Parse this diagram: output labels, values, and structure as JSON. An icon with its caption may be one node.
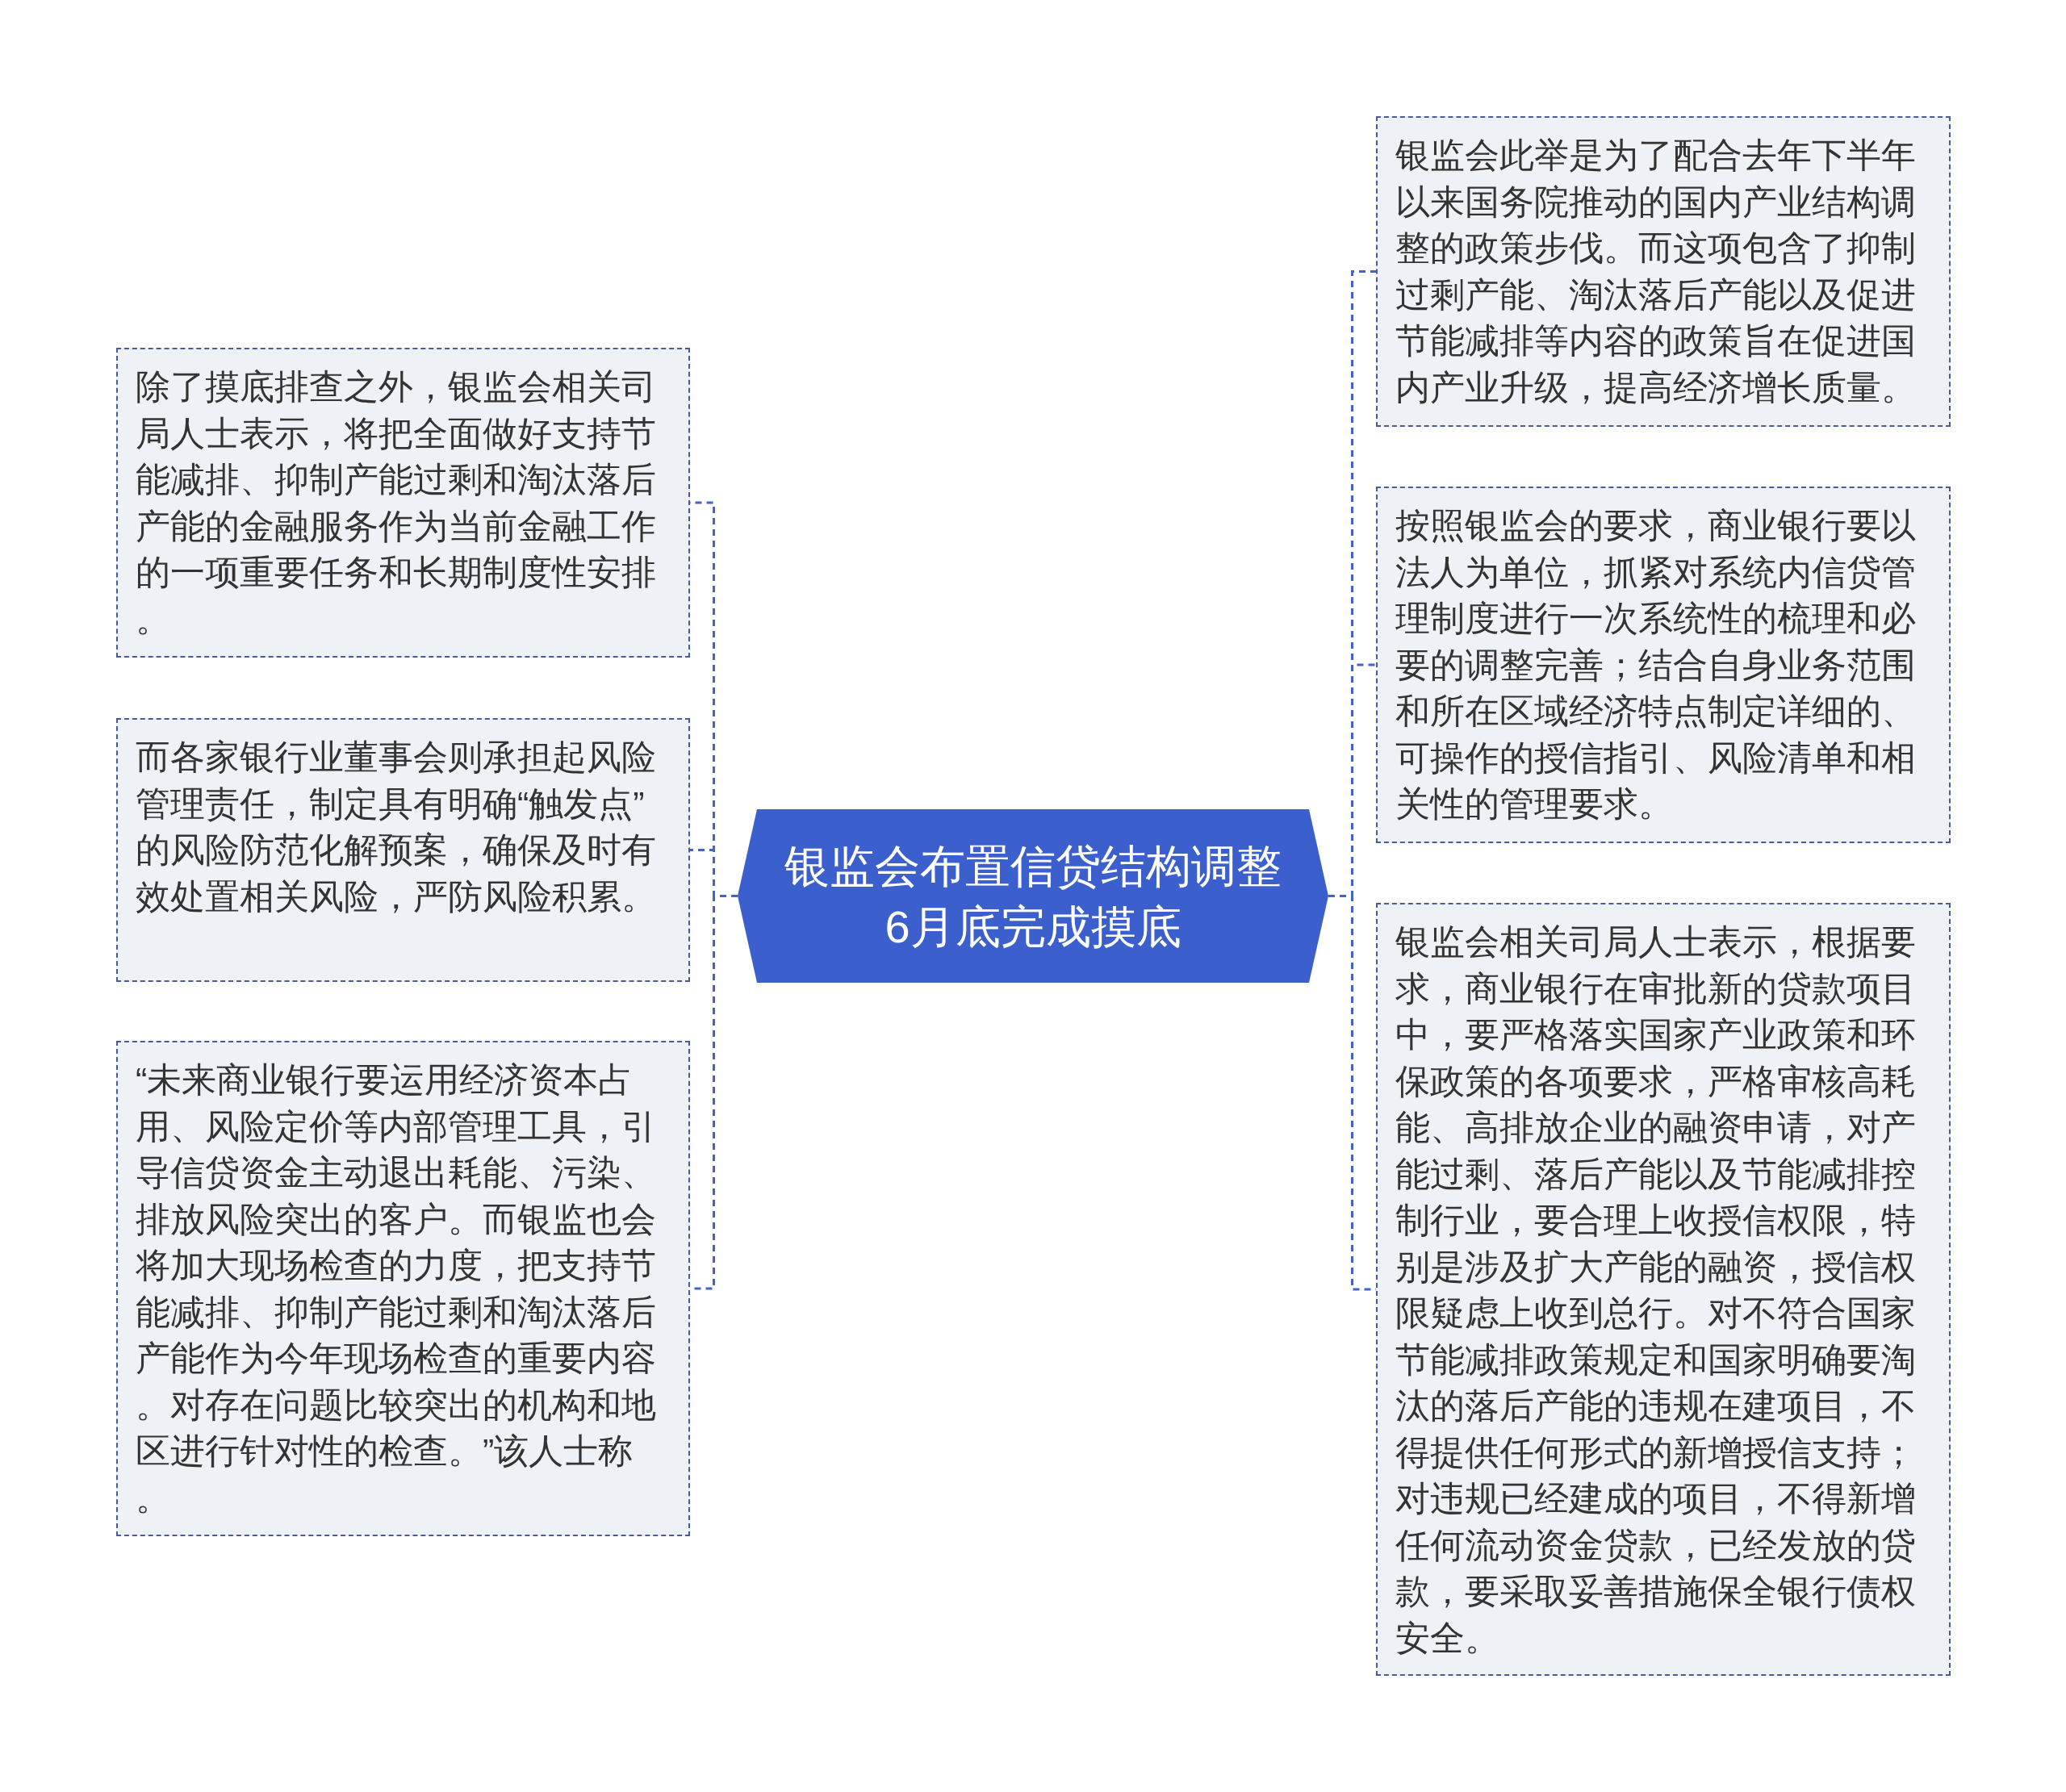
{
  "diagram": {
    "nodes": [
      {
        "text": [
          "银监会布置信贷结构调整6月底完成摸底"
        ]
      },
      {
        "text": [
          "除了摸底排查之外，银监会相关司局人士表示，将把全面做好支持节能减排、抑制产能过剩和淘汰落后产能的金融服务作为当前金融工作的一项重要任务和长期制度性安排。"
        ]
      },
      {
        "text": [
          "而各家银行业董事会则承担起风险管理责任，制定具有明确“触发点”的风险防范化解预案，确保及时有效处置相关风险，严防风险积累。"
        ]
      },
      {
        "text": [
          "“未来商业银行要运用经济资本占用、风险定价等内部管理工具，引导信贷资金主动退出耗能、污染、排放风险突出的客户。而银监也会将加大现场检查的力度，把支持节能减排、抑制产能过剩和淘汰落后产能作为今年现场检查的重要内容。对存在问题比较突出的机构和地区进行针对性的检查。”该人士称。"
        ]
      },
      {
        "text": [
          "银监会此举是为了配合去年下半年以来国务院推动的国内产业结构调整的政策步伐。而这项包含了抑制过剩产能、淘汰落后产能以及促进节能减排等内容的政策旨在促进国内产业升级，提高经济增长质量。"
        ]
      },
      {
        "text": [
          "按照银监会的要求，商业银行要以法人为单位，抓紧对系统内信贷管理制度进行一次系统性的梳理和必要的调整完善；结合自身业务范围和所在区域经济特点制定详细的、可操作的授信指引、风险清单和相关性的管理要求。"
        ]
      },
      {
        "text": [
          "银监会相关司局人士表示，根据要求，商业银行在审批新的贷款项目中，要严格落实国家产业政策和环保政策的各项要求，严格审核高耗能、高排放企业的融资申请，对产能过剩、落后产能以及节能减排控制行业，要合理上收授信权限，特别是涉及扩大产能的融资，授信权限疑虑上收到总行。对不符合国家节能减排政策规定和国家明确要淘汰的落后产能的违规在建项目，不得提供任何形式的新增授信支持；对违规已经建成的项目，不得新增任何流动资金贷款，已经发放的贷款，要采取妥善措施保全银行债权安全。"
        ]
      }
    ],
    "edges": [
      {
        "from": 0,
        "to": 1,
        "arrow": "none",
        "style": "dashed"
      },
      {
        "from": 0,
        "to": 2,
        "arrow": "none",
        "style": "dashed"
      },
      {
        "from": 0,
        "to": 3,
        "arrow": "none",
        "style": "dashed"
      },
      {
        "from": 0,
        "to": 4,
        "arrow": "none",
        "style": "dashed"
      },
      {
        "from": 0,
        "to": 5,
        "arrow": "none",
        "style": "dashed"
      },
      {
        "from": 0,
        "to": 6,
        "arrow": "none",
        "style": "dashed"
      }
    ]
  }
}
